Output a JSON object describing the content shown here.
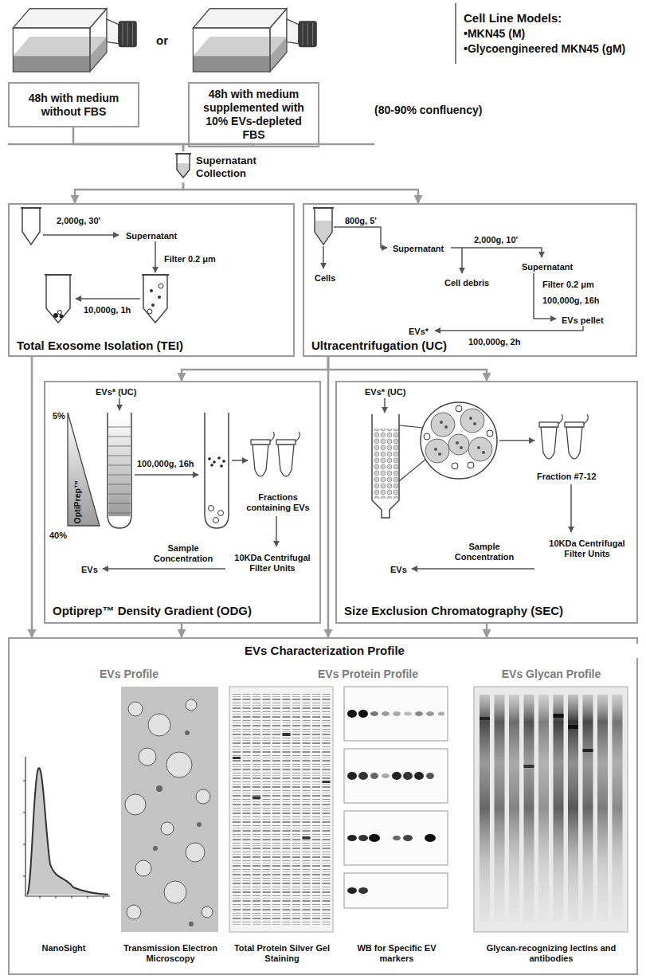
{
  "diagram": {
    "nodes": [
      {
        "text": [
          "48h with medium without FBS"
        ]
      },
      {
        "text": [
          "48h with medium supplemented with 10% EVs-depleted FBS"
        ]
      },
      {
        "text": [
          "Supernatant Collection"
        ]
      },
      {
        "text": [
          "2,000g, 30'",
          "Supernatant",
          "Filter 0.2 μm",
          "10,000g, 1h",
          "Total Exosome Isolation (TEI)"
        ]
      },
      {
        "text": [
          "800g, 5'",
          "Supernatant",
          "2,000g, 10'",
          "Supernatant",
          "Cells",
          "Cell debris",
          "Filter 0.2 μm",
          "100,000g, 16h",
          "EVs*",
          "EVs pellet",
          "100,000g, 2h",
          "Ultracentrifugation (UC)"
        ]
      },
      {
        "text": [
          "EVs* (UC)",
          "5%",
          "OptiPrep™",
          "40%",
          "100,000g, 16h",
          "Fractions containing EVs",
          "10KDa Centrifugal Filter Units",
          "Sample Concentration",
          "EVs",
          "Optiprep™ Density Gradient (ODG)"
        ]
      },
      {
        "text": [
          "EVs* (UC)",
          "Fraction #7-12",
          "10KDa Centrifugal Filter Units",
          "Sample Concentration",
          "EVs",
          "Size Exclusion Chromatography (SEC)"
        ]
      },
      {
        "text": [
          "EVs Characterization Profile",
          "EVs Profile",
          "EVs Protein Profile",
          "EVs Glycan Profile",
          "NanoSight",
          "Transmission Electron Microscopy",
          "Total Protein Silver Gel Staining",
          "WB for Specific EV markers",
          "Glycan-recognizing lectins and antibodies"
        ]
      }
    ],
    "edges": [
      {
        "from": 0,
        "to": 2,
        "arrow": "none"
      },
      {
        "from": 1,
        "to": 2,
        "arrow": "none"
      },
      {
        "from": 2,
        "to": 3,
        "arrow": "to"
      },
      {
        "from": 2,
        "to": 4,
        "arrow": "to"
      },
      {
        "from": 3,
        "to": 7,
        "arrow": "to"
      },
      {
        "from": 4,
        "to": 5,
        "arrow": "to"
      },
      {
        "from": 4,
        "to": 6,
        "arrow": "to"
      },
      {
        "from": 4,
        "to": 7,
        "arrow": "to"
      },
      {
        "from": 5,
        "to": 7,
        "arrow": "to"
      },
      {
        "from": 6,
        "to": 7,
        "arrow": "to"
      }
    ],
    "labels": [
      "or",
      "Cell Line Models:",
      "•MKN45 (M)",
      "•Glycoengineered MKN45 (gM)",
      "(80-90% confluency)"
    ]
  }
}
